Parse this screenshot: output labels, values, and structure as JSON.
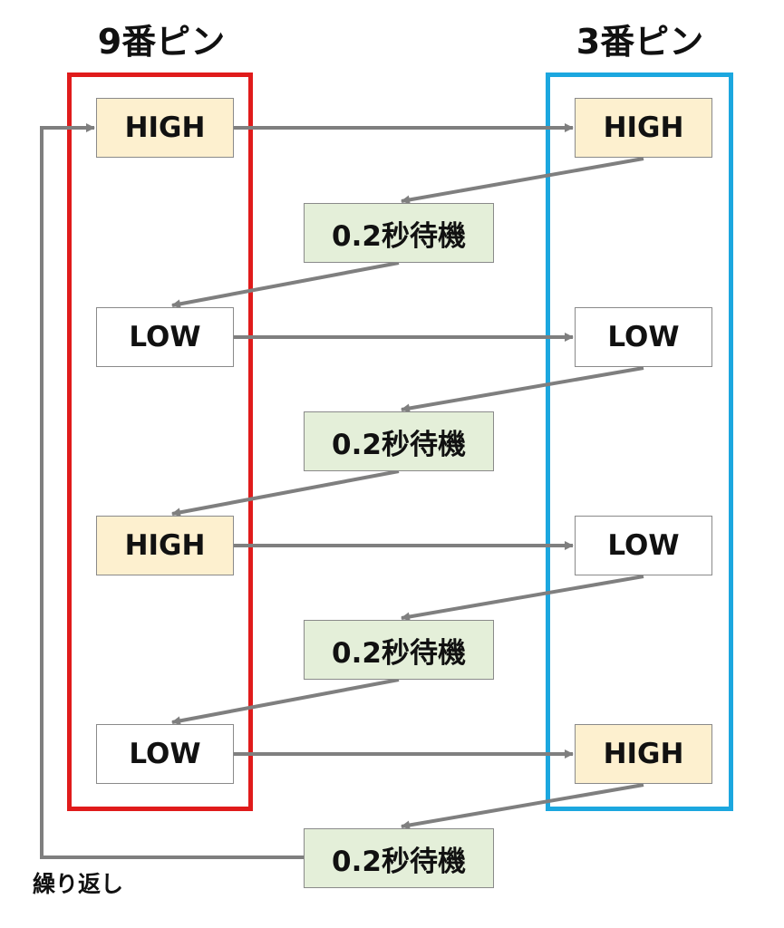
{
  "columns": {
    "left": {
      "title": "9番ピン",
      "frame_color": "#e01b1b"
    },
    "right": {
      "title": "3番ピン",
      "frame_color": "#1ca7df"
    }
  },
  "colors": {
    "high_fill": "#fdf0cf",
    "low_fill": "#ffffff",
    "wait_fill": "#e4efd9",
    "arrow": "#7f7f7f",
    "box_border": "#8a8a8a"
  },
  "steps": [
    {
      "left": "HIGH",
      "right": "HIGH",
      "wait": "0.2秒待機"
    },
    {
      "left": "LOW",
      "right": "LOW",
      "wait": "0.2秒待機"
    },
    {
      "left": "HIGH",
      "right": "LOW",
      "wait": "0.2秒待機"
    },
    {
      "left": "LOW",
      "right": "HIGH",
      "wait": "0.2秒待機"
    }
  ],
  "repeat_label": "繰り返し"
}
